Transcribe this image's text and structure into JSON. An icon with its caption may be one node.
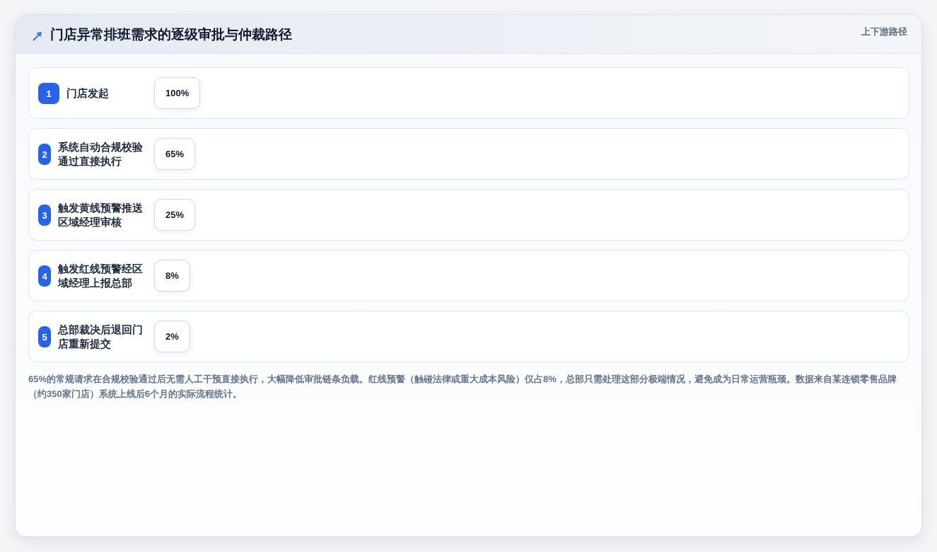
{
  "diagram": {
    "title": "门店异常排班需求的逐级审批与仲裁路径",
    "nodes": [
      {
        "text": [
          "门店发起"
        ]
      },
      {
        "text": [
          "1"
        ],
        "in": 0
      },
      {
        "text": [
          "100%"
        ],
        "in": 0
      },
      {
        "text": [
          "系统自动合规校验通过直接执行"
        ]
      },
      {
        "text": [
          "2"
        ],
        "in": 3
      },
      {
        "text": [
          "65%"
        ],
        "in": 3
      },
      {
        "text": [
          "触发黄线预警推送区域经理审核"
        ]
      },
      {
        "text": [
          "3"
        ],
        "in": 6
      },
      {
        "text": [
          "25%"
        ],
        "in": 6
      },
      {
        "text": [
          "触发红线预警经区域经理上报总部"
        ]
      },
      {
        "text": [
          "4"
        ],
        "in": 9
      },
      {
        "text": [
          "8%"
        ],
        "in": 9
      },
      {
        "text": [
          "总部裁决后退回门店重新提交"
        ]
      },
      {
        "text": [
          "5"
        ],
        "in": 12
      },
      {
        "text": [
          "2%"
        ],
        "in": 12
      }
    ],
    "labels": [
      "上下游路径"
    ],
    "caption": "65%的常规请求在合规校验通过后无需人工干预直接执行，大幅降低审批链条负载。红线预警（触碰法律或重大成本风险）仅占8%，总部只需处理这部分极端情况，避免成为日常运营瓶颈。数据来自某连锁零售品牌（约350家门店）系统上线后6个月的实际流程统计。"
  }
}
